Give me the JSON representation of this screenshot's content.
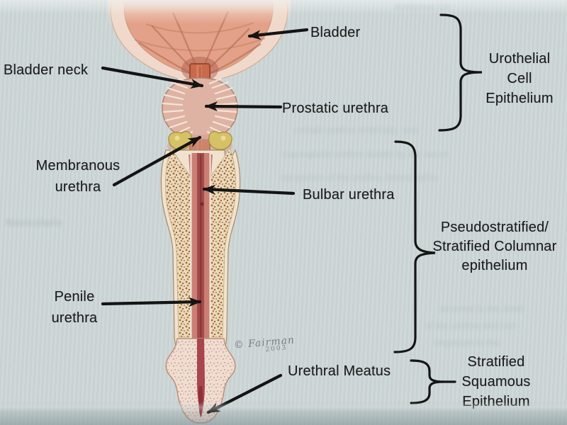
{
  "figure": {
    "anatomy_labels": {
      "bladder": "Bladder",
      "bladder_neck": "Bladder neck",
      "prostatic_urethra": "Prostatic urethra",
      "membranous_urethra": "Membranous\nurethra",
      "bulbar_urethra": "Bulbar urethra",
      "penile_urethra": "Penile\nurethra",
      "urethral_meatus": "Urethral Meatus"
    },
    "epithelium_labels": {
      "urothelial": "Urothelial\nCell\nEpithelium",
      "columnar": "Pseudostratified/\nStratified Columnar\nepithelium",
      "squamous": "Stratified\nSquamous\nEpithelium"
    },
    "credit": {
      "artist": "© Fairman",
      "year": "2003"
    }
  },
  "bleed_through": {
    "f0": "Anterior Ur",
    "f1": "rostatic urethra externally, and",
    "f2": "ospongiosal urethra distally by the secon",
    "f3": "est portion of the urethra, bound within",
    "f4": "Navicularis",
    "f5": "proximal to the distal",
    "f6": "of the urethra and can",
    "f7": "ongiosum to the"
  },
  "colors": {
    "page_background": "#cdd6d6",
    "label_text": "#1d1d1d",
    "arrow_black": "#141414",
    "bladder_rim": "#f0d9cb",
    "bladder_wall": "#e2a188",
    "bladder_streak": "#b66c53",
    "urethra_channel": "#c86a4b",
    "prostate": "#dfb3a3",
    "prostate_striation": "#f2e4da",
    "gland_yellow": "#d7c167",
    "cavernosa_base": "#ead9bd",
    "cavernosa_speckle": "#a5702f",
    "spongiosum_pink": "#cb7f74",
    "urethra_red": "#a34a4a",
    "glans_base": "#f0ddd2",
    "meatus_dark": "#8e2f3a",
    "signature_gray": "#7c7c86"
  }
}
